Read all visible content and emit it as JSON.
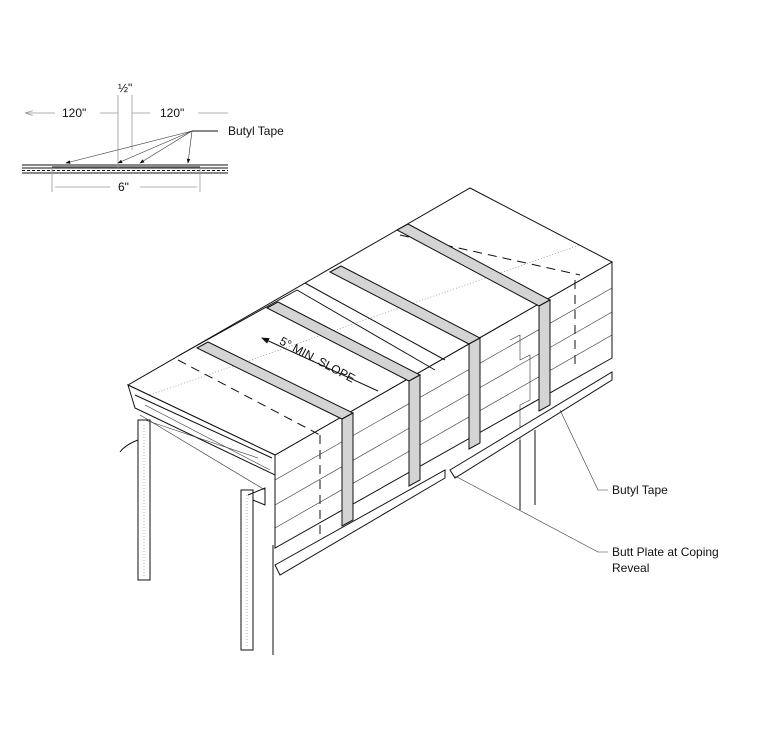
{
  "detail": {
    "dim_left": "120\"",
    "dim_gap": "½\"",
    "dim_right": "120\"",
    "dim_overall": "6\"",
    "callout": "Butyl Tape"
  },
  "main": {
    "slope_note": "5° MIN. SLOPE",
    "callout_butyl": "Butyl Tape",
    "callout_butt_plate_line1": "Butt Plate at Coping",
    "callout_butt_plate_line2": "Reveal"
  },
  "colors": {
    "line": "#111111",
    "tape_fill": "#d4d4d4"
  }
}
